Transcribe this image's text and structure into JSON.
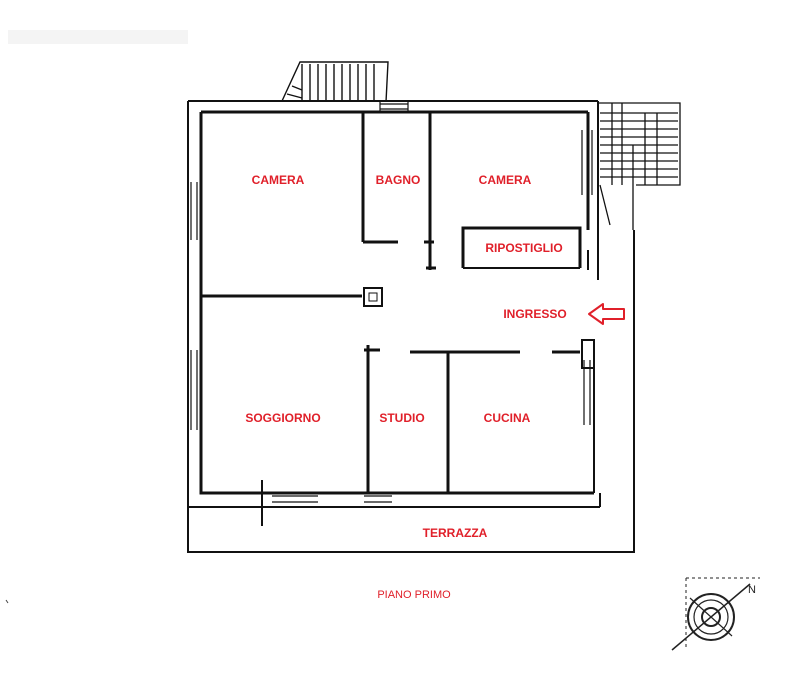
{
  "rooms": {
    "camera_left": "CAMERA",
    "bagno": "BAGNO",
    "camera_right": "CAMERA",
    "ripostiglio": "RIPOSTIGLIO",
    "ingresso": "INGRESSO",
    "soggiorno": "SOGGIORNO",
    "studio": "STUDIO",
    "cucina": "CUCINA",
    "terrazza": "TERRAZZA"
  },
  "floor_label": "PIANO PRIMO",
  "compass": {
    "north_letter": "N",
    "icon": "compass-rose-icon"
  },
  "colors": {
    "label": "#e0202a",
    "wall": "#111111",
    "entrance_arrow": "#e0202a"
  }
}
